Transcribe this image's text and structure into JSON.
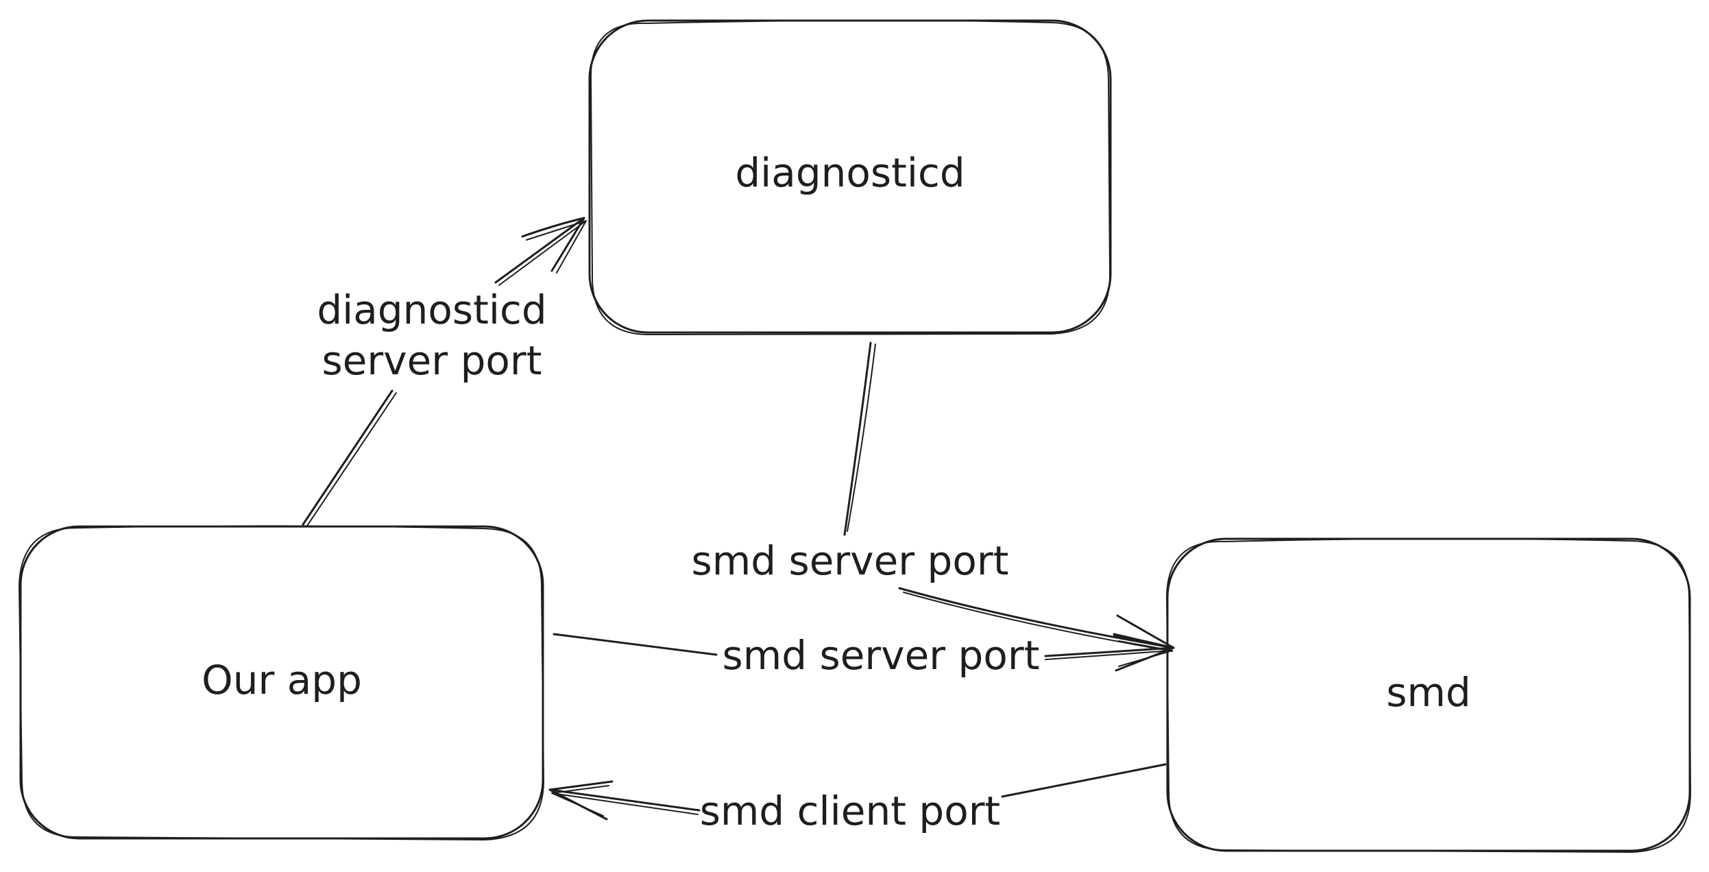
{
  "nodes": {
    "diagnosticd": {
      "label": "diagnosticd"
    },
    "our_app": {
      "label": "Our app"
    },
    "smd": {
      "label": "smd"
    }
  },
  "edges": {
    "app_to_diagnosticd": {
      "label_line1": "diagnosticd",
      "label_line2": "server port"
    },
    "diagnosticd_to_smd": {
      "label": "smd server port"
    },
    "app_to_smd": {
      "label": "smd server port"
    },
    "smd_to_app": {
      "label": "smd client port"
    }
  },
  "colors": {
    "stroke": "#1e1e1e",
    "background": "#ffffff"
  }
}
